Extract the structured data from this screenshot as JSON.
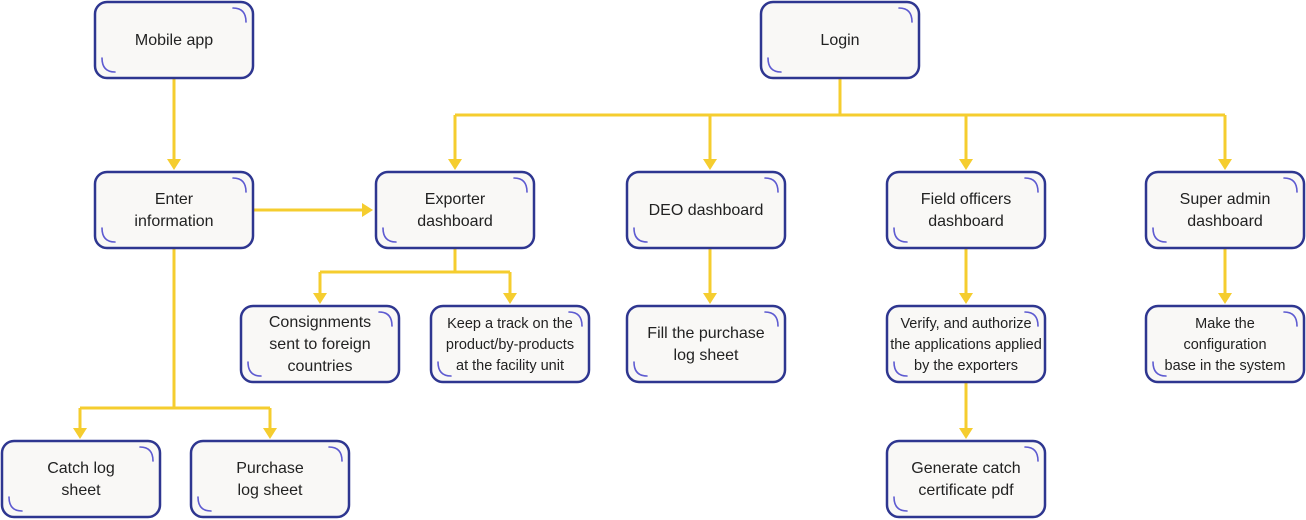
{
  "colors": {
    "box_border": "#2e3690",
    "box_fill": "#f9f8f6",
    "corner_accent": "#5e5bd1",
    "connector": "#f5cd2f",
    "text": "#222222"
  },
  "nodes": {
    "mobile_app": [
      "Mobile app"
    ],
    "login": [
      "Login"
    ],
    "enter_information": [
      "Enter",
      "information"
    ],
    "exporter_dashboard": [
      "Exporter",
      "dashboard"
    ],
    "deo_dashboard": [
      "DEO dashboard"
    ],
    "field_officers_dashboard": [
      "Field officers",
      "dashboard"
    ],
    "super_admin_dashboard": [
      "Super admin",
      "dashboard"
    ],
    "consignments": [
      "Consignments",
      "sent to foreign",
      "countries"
    ],
    "keep_track": [
      "Keep a track on the",
      "product/by-products",
      "at the facility unit"
    ],
    "fill_purchase": [
      "Fill the purchase",
      "log sheet"
    ],
    "verify_authorize": [
      "Verify, and authorize",
      "the applications applied",
      "by the exporters"
    ],
    "make_configuration": [
      "Make the",
      "configuration",
      "base in the system"
    ],
    "catch_log": [
      "Catch log",
      "sheet"
    ],
    "purchase_log": [
      "Purchase",
      "log sheet"
    ],
    "generate_certificate": [
      "Generate catch",
      "certificate pdf"
    ]
  }
}
